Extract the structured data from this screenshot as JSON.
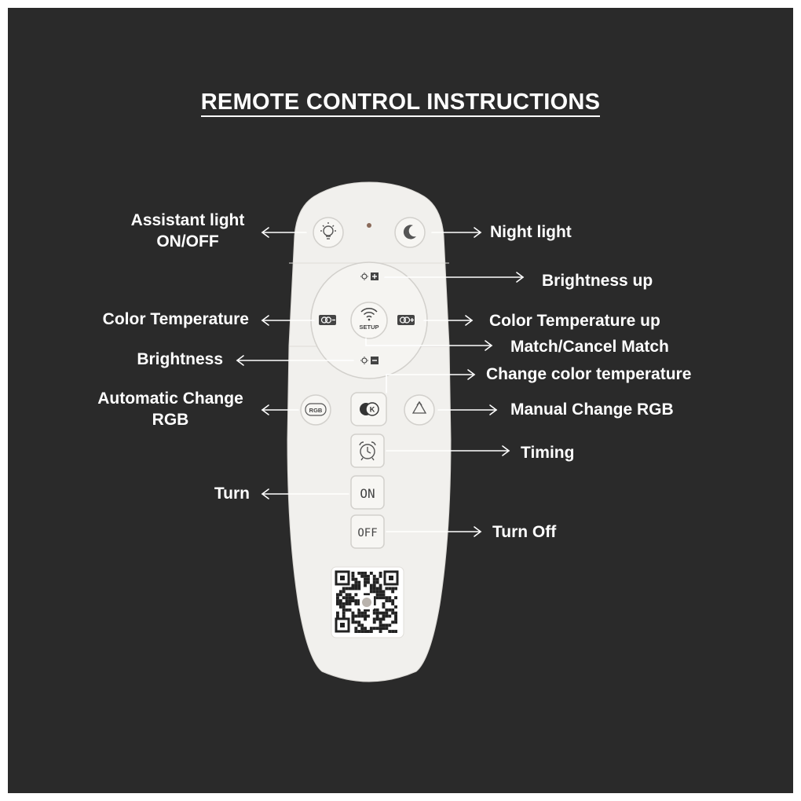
{
  "title": "REMOTE CONTROL INSTRUCTIONS",
  "colors": {
    "background": "#2a2a2a",
    "remote_body": "#f1f0ed",
    "button_face": "#f7f6f3",
    "arrow": "#ffffff",
    "text": "#ffffff"
  },
  "labels": {
    "assistant_light_line1": "Assistant light",
    "assistant_light_line2": "ON/OFF",
    "night_light": "Night light",
    "brightness_up": "Brightness up",
    "color_temperature": "Color Temperature",
    "color_temperature_up": "Color Temperature up",
    "match_cancel": "Match/Cancel Match",
    "brightness": "Brightness",
    "change_color_temperature": "Change color temperature",
    "auto_rgb_line1": "Automatic Change",
    "auto_rgb_line2": "RGB",
    "manual_rgb": "Manual Change RGB",
    "timing": "Timing",
    "turn": "Turn",
    "turn_off": "Turn Off"
  },
  "buttons": {
    "setup": "SETUP",
    "on": "ON",
    "off": "OFF",
    "rgb": "RGB",
    "k": "K"
  },
  "icons": {
    "assistant": "lightbulb-icon",
    "night": "moon-icon",
    "brightness_up": "sun-plus-icon",
    "brightness_down": "sun-minus-icon",
    "ct_down": "color-temp-minus-icon",
    "ct_up": "color-temp-plus-icon",
    "setup": "wifi-icon",
    "timing": "alarm-clock-icon",
    "manual_rgb": "recycle-icon",
    "qr": "qr-code-icon"
  }
}
